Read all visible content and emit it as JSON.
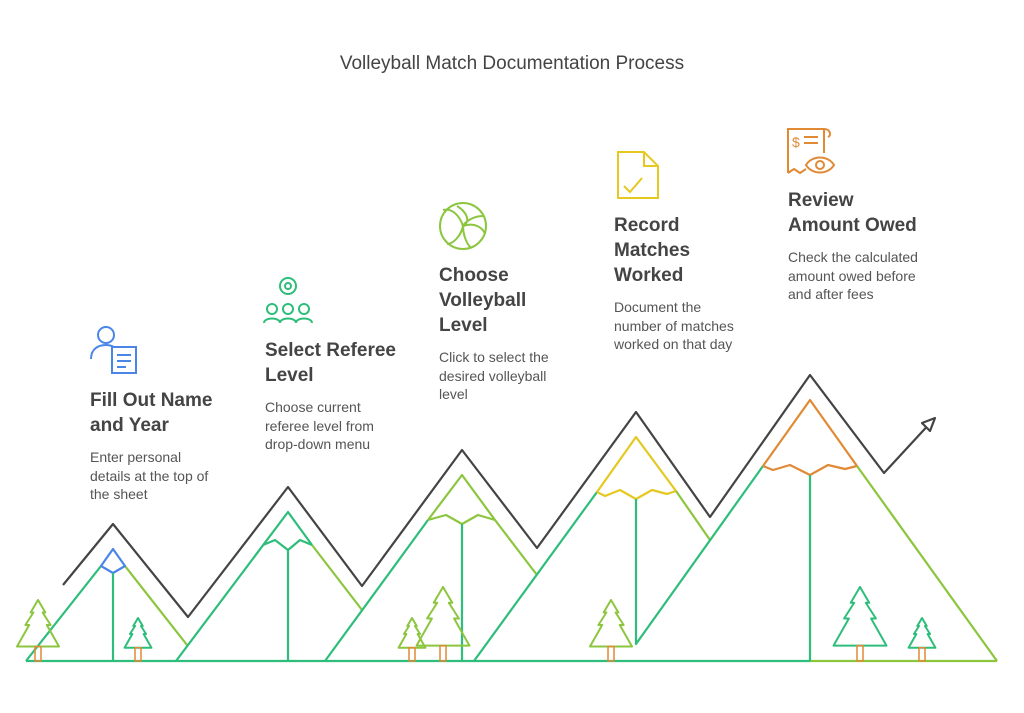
{
  "title": "Volleyball Match Documentation Process",
  "steps": [
    {
      "title_lines": [
        "Fill Out Name",
        "and Year"
      ],
      "desc_lines": [
        "Enter personal",
        "details at the top of",
        "the sheet"
      ],
      "icon": "user-form-icon",
      "color": "#4a86e8"
    },
    {
      "title_lines": [
        "Select Referee",
        "Level"
      ],
      "desc_lines": [
        "Choose current",
        "referee level from",
        "drop-down menu"
      ],
      "icon": "team-ball-icon",
      "color": "#2ebd7a"
    },
    {
      "title_lines": [
        "Choose",
        "Volleyball",
        "Level"
      ],
      "desc_lines": [
        "Click to select the",
        "desired volleyball",
        "level"
      ],
      "icon": "volleyball-icon",
      "color": "#8cc63f"
    },
    {
      "title_lines": [
        "Record",
        "Matches",
        "Worked"
      ],
      "desc_lines": [
        "Document the",
        "number of matches",
        "worked on that day"
      ],
      "icon": "document-check-icon",
      "color": "#e5c820"
    },
    {
      "title_lines": [
        "Review",
        "Amount Owed"
      ],
      "desc_lines": [
        "Check the calculated",
        "amount owed before",
        "and after fees"
      ],
      "icon": "invoice-eye-icon",
      "color": "#e08a35"
    }
  ]
}
